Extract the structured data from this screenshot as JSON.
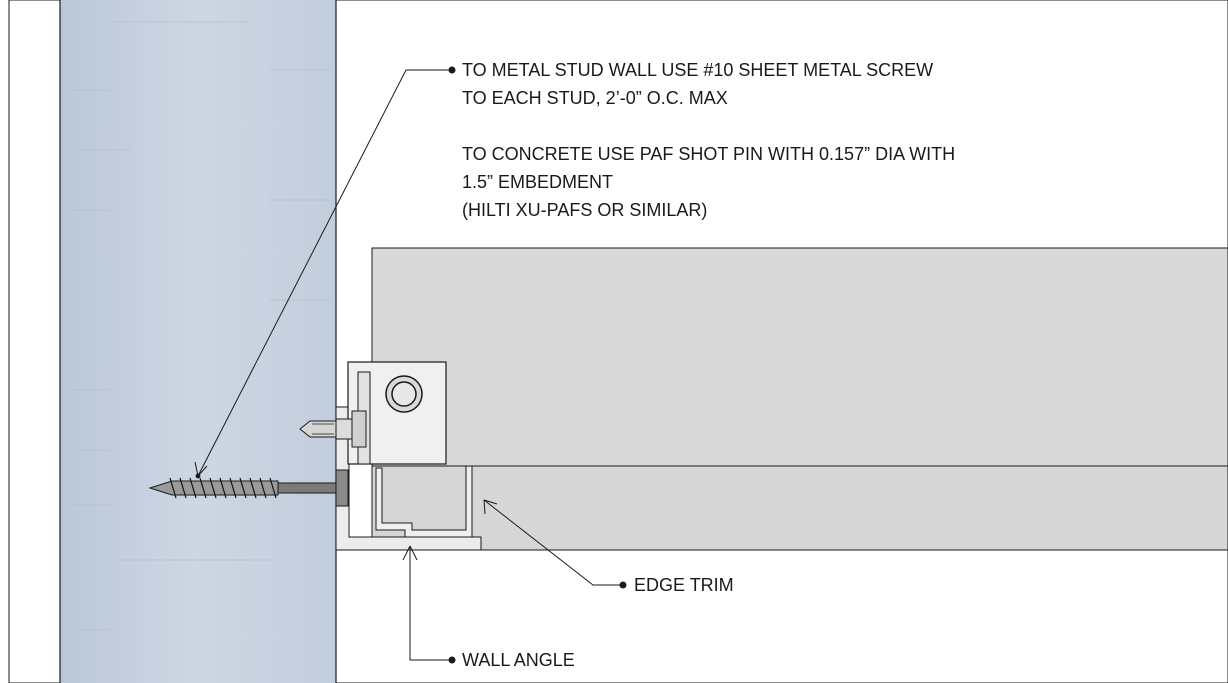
{
  "diagram": {
    "callouts": {
      "fastener": {
        "lines": [
          "TO METAL STUD WALL USE #10 SHEET METAL SCREW",
          "TO EACH STUD, 2’-0” O.C. MAX",
          "",
          "TO CONCRETE USE PAF SHOT PIN WITH 0.157” DIA WITH",
          "1.5” EMBEDMENT",
          "(HILTI XU-PAFS OR SIMILAR)"
        ]
      },
      "edge_trim": {
        "label": "EDGE TRIM"
      },
      "wall_angle": {
        "label": "WALL ANGLE"
      }
    },
    "colors": {
      "wall": "#c5d0de",
      "panel": "#d9d9d9",
      "bracket": "#ececec",
      "screw": "#7a7a7a",
      "linework": "#1a1a1a"
    }
  }
}
